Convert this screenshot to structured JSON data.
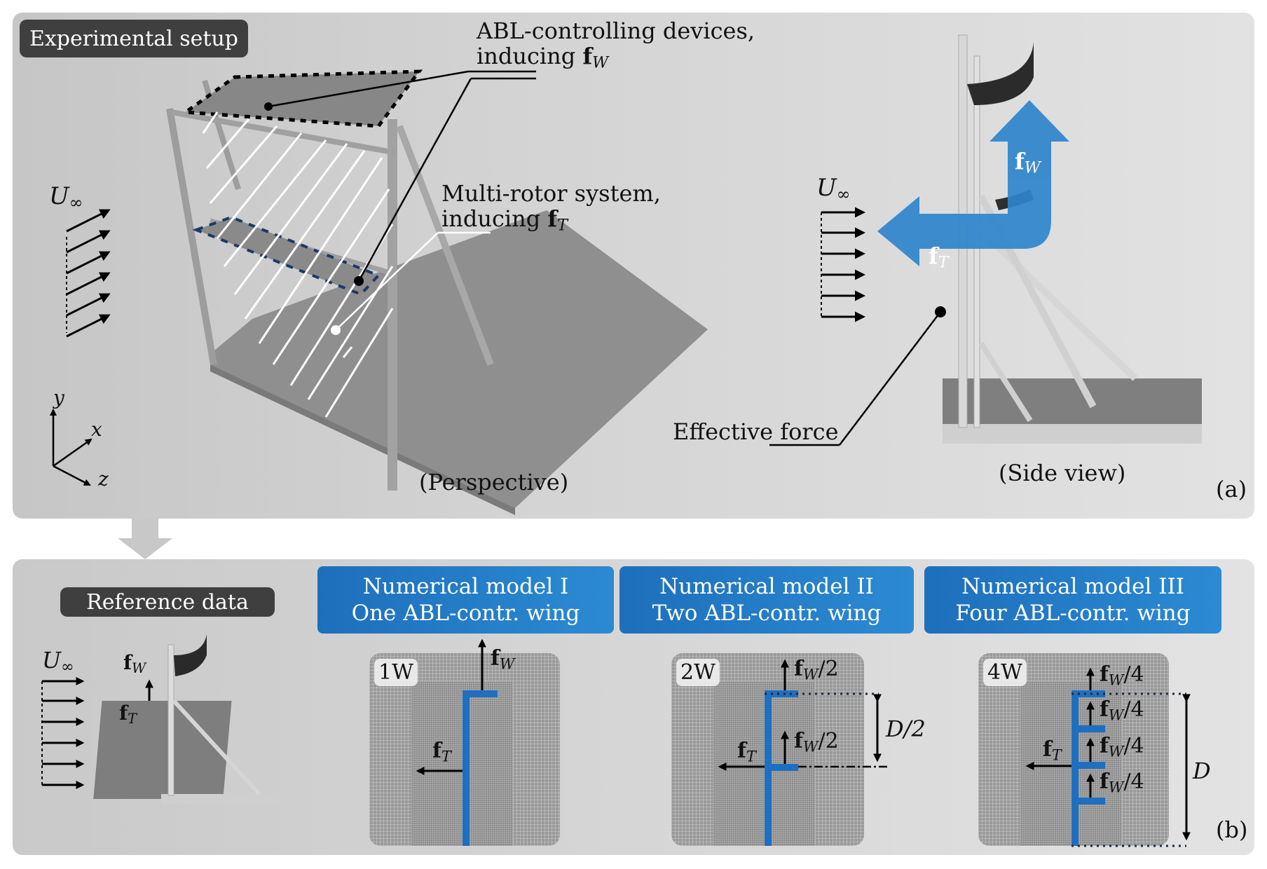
{
  "panel_a": {
    "title": "Experimental setup",
    "panel_label": "(a)",
    "abl_devices_label_line1": "ABL-controlling devices,",
    "abl_devices_label_line2": "inducing",
    "abl_devices_force": "f",
    "abl_devices_force_sub": "W",
    "multirotor_label_line1": "Multi-rotor system,",
    "multirotor_label_line2": "inducing",
    "multirotor_force": "f",
    "multirotor_force_sub": "T",
    "freestream": "U",
    "freestream_sub": "∞",
    "axes": {
      "y": "y",
      "x": "x",
      "z": "z"
    },
    "perspective_caption": "(Perspective)",
    "side_view_caption": "(Side view)",
    "effective_force_label": "Effective force",
    "side_fw": "f",
    "side_fw_sub": "W",
    "side_ft": "f",
    "side_ft_sub": "T",
    "colors": {
      "force_arrow": "#2f86cc",
      "blue_dashed_outline": "#1b3a66"
    }
  },
  "panel_b": {
    "panel_label": "(b)",
    "reference_tag": "Reference data",
    "freestream": "U",
    "freestream_sub": "∞",
    "ref_fw": "f",
    "ref_fw_sub": "W",
    "ref_ft": "f",
    "ref_ft_sub": "T",
    "models": [
      {
        "line1": "Numerical model I",
        "line2": "One ABL-contr. wing",
        "case": "1W",
        "fw_labels": [
          "f_W"
        ],
        "ft_label": "f_T"
      },
      {
        "line1": "Numerical model II",
        "line2": "Two ABL-contr. wing",
        "case": "2W",
        "fw_labels": [
          "f_W/2",
          "f_W/2"
        ],
        "ft_label": "f_T",
        "spacing_label": "D/2"
      },
      {
        "line1": "Numerical model III",
        "line2": "Four ABL-contr. wing",
        "case": "4W",
        "fw_labels": [
          "f_W/4",
          "f_W/4",
          "f_W/4",
          "f_W/4"
        ],
        "ft_label": "f_T",
        "spacing_label": "D"
      }
    ],
    "force_f": "f",
    "sub_W": "W",
    "sub_T": "T",
    "div2": "/2",
    "div4": "/4",
    "D_half": "D/2",
    "D_full": "D",
    "colors": {
      "header_blue_start": "#1e6fbb",
      "header_blue_end": "#2b8ad3",
      "wing_blue": "#1f6fc0"
    }
  }
}
